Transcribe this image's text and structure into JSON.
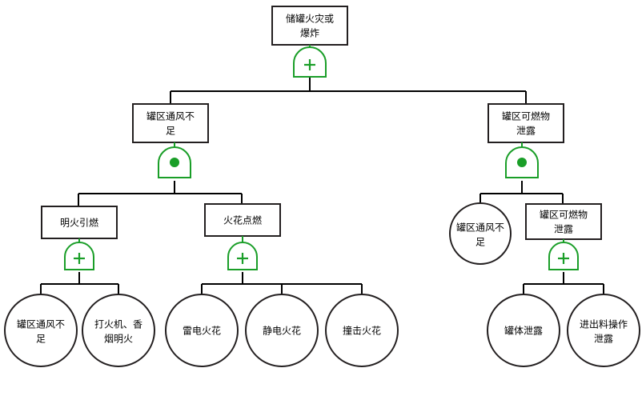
{
  "diagram": {
    "type": "fault-tree",
    "title_text": "储罐火灾或爆炸",
    "colors": {
      "gate_stroke": "#1a9e28",
      "node_stroke": "#231f20",
      "edge_stroke": "#000000",
      "background": "#ffffff"
    },
    "gate_symbols": {
      "or": "+",
      "and": "●"
    },
    "nodes": {
      "top_event": {
        "label": "储罐火灾或爆炸",
        "shape": "rect",
        "gate": "or",
        "gate_symbol": "+"
      },
      "vent_insufficient": {
        "label": "罐区通风不足",
        "shape": "rect",
        "gate": "and",
        "gate_symbol": "●"
      },
      "combustible_leak": {
        "label": "罐区可燃物泄露",
        "shape": "rect",
        "gate": "and",
        "gate_symbol": "●"
      },
      "open_flame_ignition": {
        "label": "明火引燃",
        "shape": "rect",
        "gate": "or",
        "gate_symbol": "+"
      },
      "spark_ignition": {
        "label": "火花点燃",
        "shape": "rect",
        "gate": "or",
        "gate_symbol": "+"
      },
      "vent_insufficient_basic_right": {
        "label": "罐区通风不足",
        "shape": "circle"
      },
      "combustible_leak_sub": {
        "label": "罐区可燃物泄露",
        "shape": "rect",
        "gate": "or",
        "gate_symbol": "+"
      },
      "vent_insufficient_basic_left": {
        "label": "罐区通风不足",
        "shape": "circle"
      },
      "lighter_cigarette": {
        "label": "打火机、香烟明火",
        "shape": "circle"
      },
      "lightning_spark": {
        "label": "雷电火花",
        "shape": "circle"
      },
      "static_spark": {
        "label": "静电火花",
        "shape": "circle"
      },
      "impact_spark": {
        "label": "撞击火花",
        "shape": "circle"
      },
      "tank_body_leak": {
        "label": "罐体泄露",
        "shape": "circle"
      },
      "loading_operation_leak": {
        "label": "进出料操作泄露",
        "shape": "circle"
      }
    },
    "label_lines": {
      "top_event": [
        "储罐火灾或",
        "爆炸"
      ],
      "vent_insufficient": [
        "罐区通风不",
        "足"
      ],
      "combustible_leak": [
        "罐区可燃物",
        "泄露"
      ],
      "open_flame_ignition": [
        "明火引燃"
      ],
      "spark_ignition": [
        "火花点燃"
      ],
      "vent_insufficient_basic_right": [
        "罐区通风不",
        "足"
      ],
      "combustible_leak_sub": [
        "罐区可燃物",
        "泄露"
      ],
      "vent_insufficient_basic_left": [
        "罐区通风不",
        "足"
      ],
      "lighter_cigarette": [
        "打火机、香",
        "烟明火"
      ],
      "lightning_spark": [
        "雷电火花"
      ],
      "static_spark": [
        "静电火花"
      ],
      "impact_spark": [
        "撞击火花"
      ],
      "tank_body_leak": [
        "罐体泄露"
      ],
      "loading_operation_leak": [
        "进出料操作",
        "泄露"
      ]
    }
  }
}
